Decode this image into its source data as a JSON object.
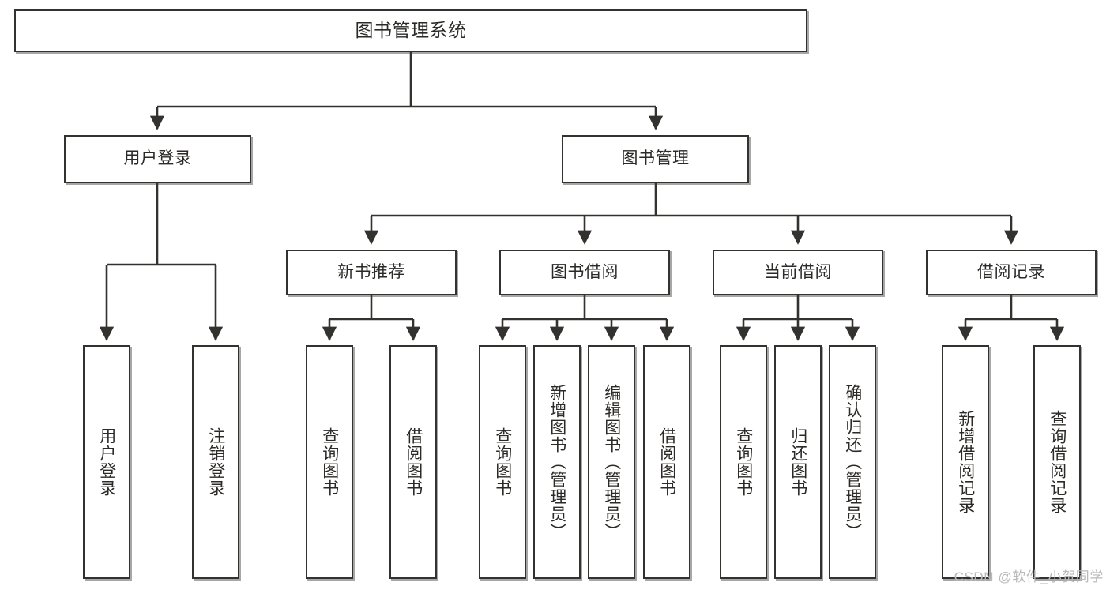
{
  "diagram": {
    "title": "图书管理系统",
    "type": "tree-hierarchy-diagram",
    "root": {
      "label": "图书管理系统"
    },
    "level1": [
      {
        "label": "用户登录"
      },
      {
        "label": "图书管理"
      }
    ],
    "level2": [
      {
        "label": "新书推荐"
      },
      {
        "label": "图书借阅"
      },
      {
        "label": "当前借阅"
      },
      {
        "label": "借阅记录"
      }
    ],
    "leaves": {
      "user_login": [
        {
          "label": "用户登录"
        },
        {
          "label": "注销登录"
        }
      ],
      "new_book_recommend": [
        {
          "label": "查询图书"
        },
        {
          "label": "借阅图书"
        }
      ],
      "book_borrow": [
        {
          "label": "查询图书"
        },
        {
          "label": "新增图书（管理员）"
        },
        {
          "label": "编辑图书（管理员）"
        },
        {
          "label": "借阅图书"
        }
      ],
      "current_borrow": [
        {
          "label": "查询图书"
        },
        {
          "label": "归还图书"
        },
        {
          "label": "确认归还（管理员）"
        }
      ],
      "borrow_record": [
        {
          "label": "新增借阅记录"
        },
        {
          "label": "查询借阅记录"
        }
      ]
    }
  },
  "watermark": {
    "text": "CSDN @软件_小贺同学"
  },
  "colors": {
    "stroke": "#33322f",
    "text": "#2b2a27",
    "background": "#ffffff",
    "watermark": "#b9b9b9"
  }
}
